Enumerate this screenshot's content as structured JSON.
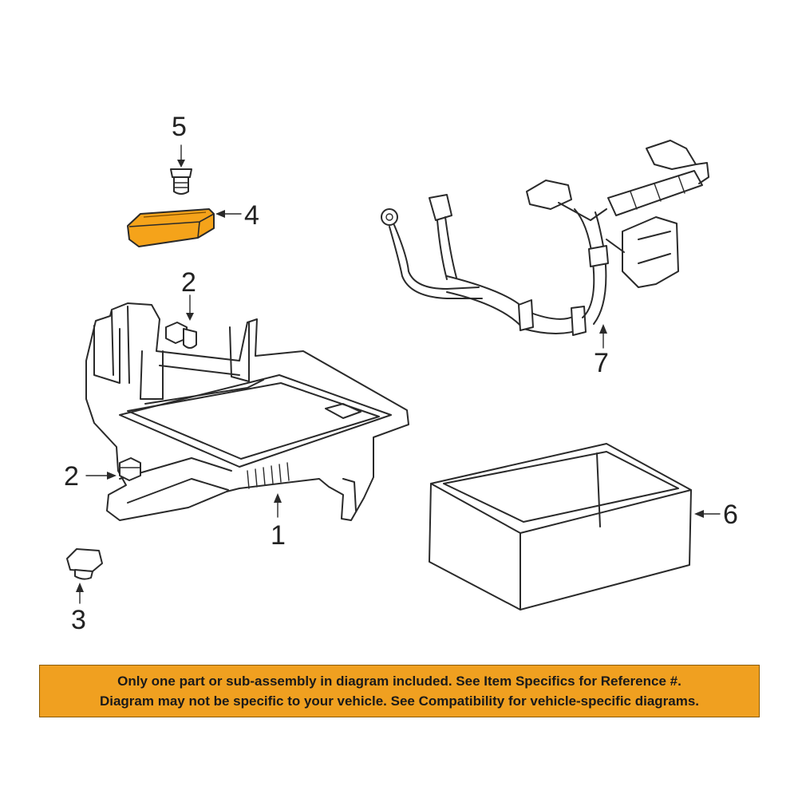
{
  "callouts": {
    "c1": "1",
    "c2a": "2",
    "c2b": "2",
    "c3": "3",
    "c4": "4",
    "c5": "5",
    "c6": "6",
    "c7": "7"
  },
  "banner": {
    "line1": "Only one part or sub-assembly in diagram included. See Item Specifics for Reference #.",
    "line2": "Diagram may not be specific to your vehicle. See Compatibility for vehicle-specific diagrams."
  },
  "colors": {
    "highlight": "#f5a31a",
    "banner_bg": "#f0a020",
    "line": "#2a2a2a"
  }
}
